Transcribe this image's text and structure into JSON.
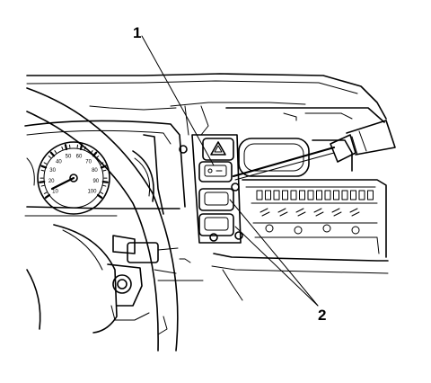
{
  "callouts": {
    "one": "1",
    "two": "2"
  },
  "gauge": {
    "labels": [
      "10",
      "20",
      "30",
      "40",
      "50",
      "60",
      "70",
      "80",
      "90",
      "100"
    ]
  }
}
